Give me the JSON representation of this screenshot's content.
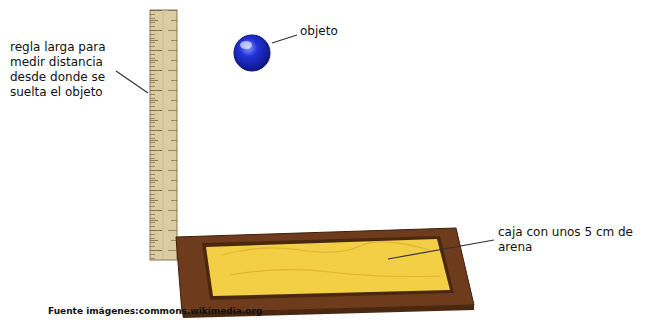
{
  "diagram": {
    "labels": [
      "regla larga para medir distancia desde donde se suelta el objeto",
      "objeto",
      "caja con unos 5 cm de arena",
      "Fuente imágenes:commons.wikimedia.org"
    ]
  }
}
